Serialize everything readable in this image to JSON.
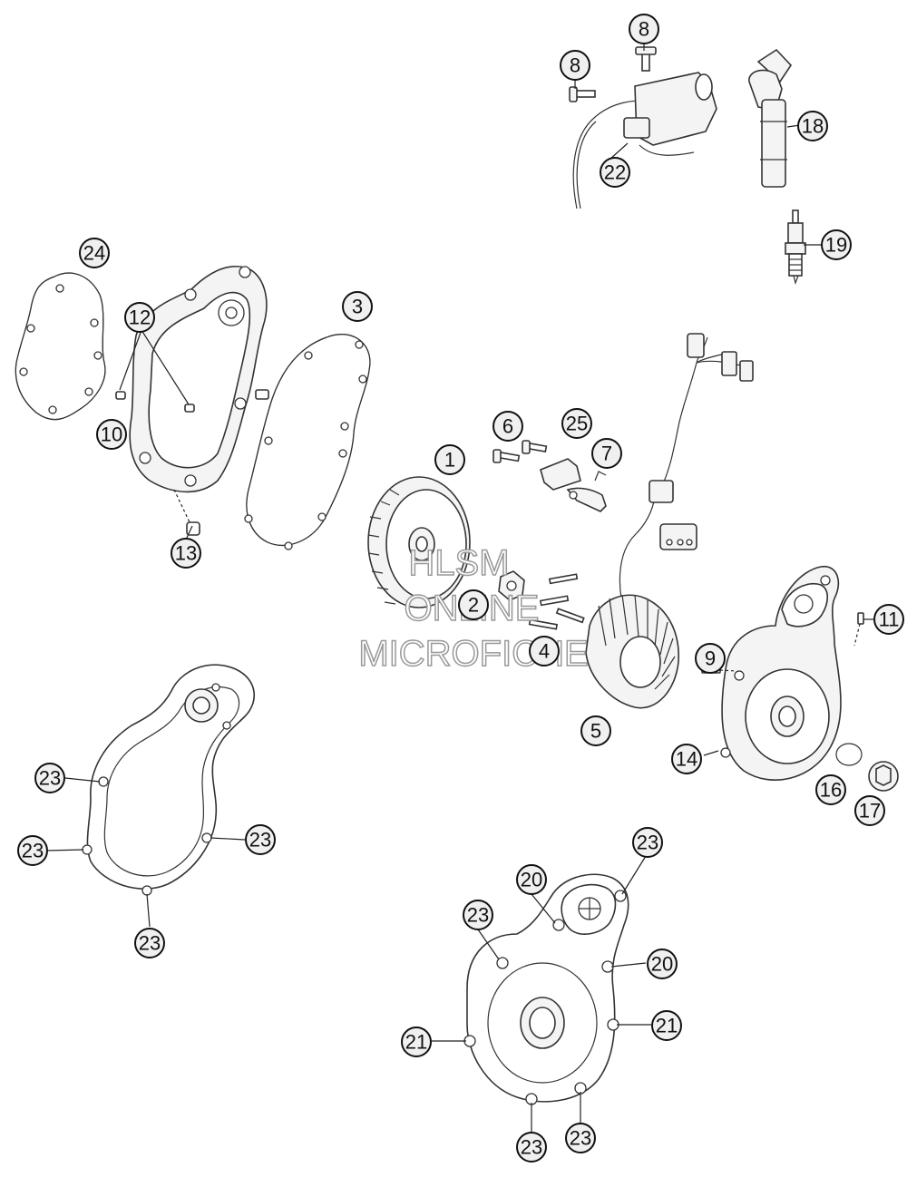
{
  "watermark": {
    "line1": "HLSM",
    "line2": "ONLINE",
    "line3": "MICROFICHE"
  },
  "callouts": [
    {
      "id": "c1",
      "label": "1"
    },
    {
      "id": "c2",
      "label": "2"
    },
    {
      "id": "c3",
      "label": "3"
    },
    {
      "id": "c4",
      "label": "4"
    },
    {
      "id": "c5",
      "label": "5"
    },
    {
      "id": "c6",
      "label": "6"
    },
    {
      "id": "c7",
      "label": "7"
    },
    {
      "id": "c8a",
      "label": "8"
    },
    {
      "id": "c8b",
      "label": "8"
    },
    {
      "id": "c9",
      "label": "9"
    },
    {
      "id": "c10",
      "label": "10"
    },
    {
      "id": "c11",
      "label": "11"
    },
    {
      "id": "c12",
      "label": "12"
    },
    {
      "id": "c13",
      "label": "13"
    },
    {
      "id": "c14",
      "label": "14"
    },
    {
      "id": "c16",
      "label": "16"
    },
    {
      "id": "c17",
      "label": "17"
    },
    {
      "id": "c18",
      "label": "18"
    },
    {
      "id": "c19",
      "label": "19"
    },
    {
      "id": "c20a",
      "label": "20"
    },
    {
      "id": "c20b",
      "label": "20"
    },
    {
      "id": "c21a",
      "label": "21"
    },
    {
      "id": "c21b",
      "label": "21"
    },
    {
      "id": "c22",
      "label": "22"
    },
    {
      "id": "c23a",
      "label": "23"
    },
    {
      "id": "c23b",
      "label": "23"
    },
    {
      "id": "c23c",
      "label": "23"
    },
    {
      "id": "c23d",
      "label": "23"
    },
    {
      "id": "c23e",
      "label": "23"
    },
    {
      "id": "c23f",
      "label": "23"
    },
    {
      "id": "c23g",
      "label": "23"
    },
    {
      "id": "c23h",
      "label": "23"
    },
    {
      "id": "c24",
      "label": "24"
    },
    {
      "id": "c25",
      "label": "25"
    }
  ]
}
